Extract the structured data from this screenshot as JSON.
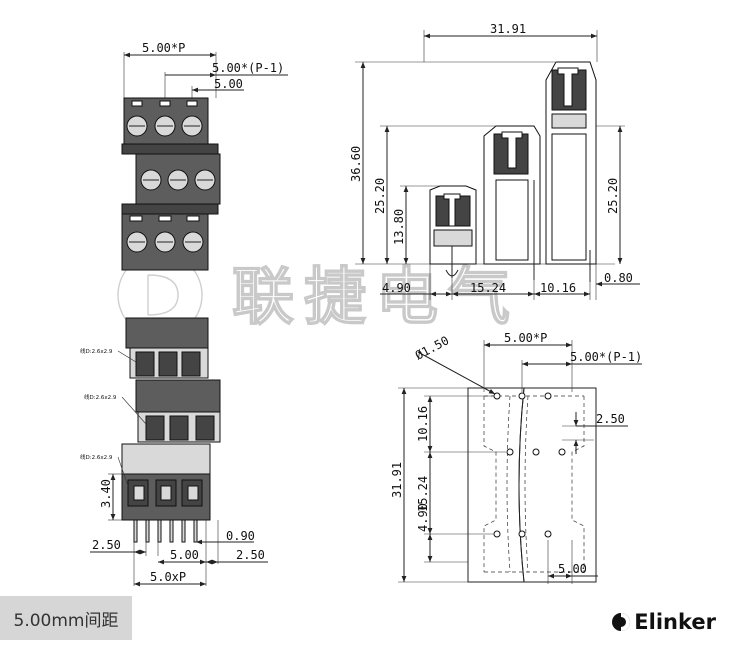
{
  "watermark": "联捷电气",
  "caption": "5.00mm间距",
  "brand": "Elinker",
  "top_view": {
    "dims": {
      "pitch_p": "5.00*P",
      "pitch_p1": "5.00*(P-1)",
      "pitch": "5.00"
    }
  },
  "side_view": {
    "dims": {
      "width": "31.91",
      "h_top": "36.60",
      "h_mid": "25.20",
      "h_low": "13.80",
      "h_right": "25.20",
      "b1": "4.90",
      "b2": "15.24",
      "b3": "10.16",
      "b4": "0.80"
    }
  },
  "front_view": {
    "wire_note": "线D:2.6x2.9",
    "dims": {
      "h": "3.40",
      "d1": "2.50",
      "d2": "5.00",
      "d3": "0.90",
      "d4": "2.50",
      "d5": "5.0xP"
    }
  },
  "pcb_view": {
    "dims": {
      "hole": "Ø1.50",
      "pitch_p": "5.00*P",
      "pitch_p1": "5.00*(P-1)",
      "off": "2.50",
      "v1": "10.16",
      "v2": "15.24",
      "v3": "4.90",
      "total": "31.91",
      "bottom": "5.00"
    }
  }
}
